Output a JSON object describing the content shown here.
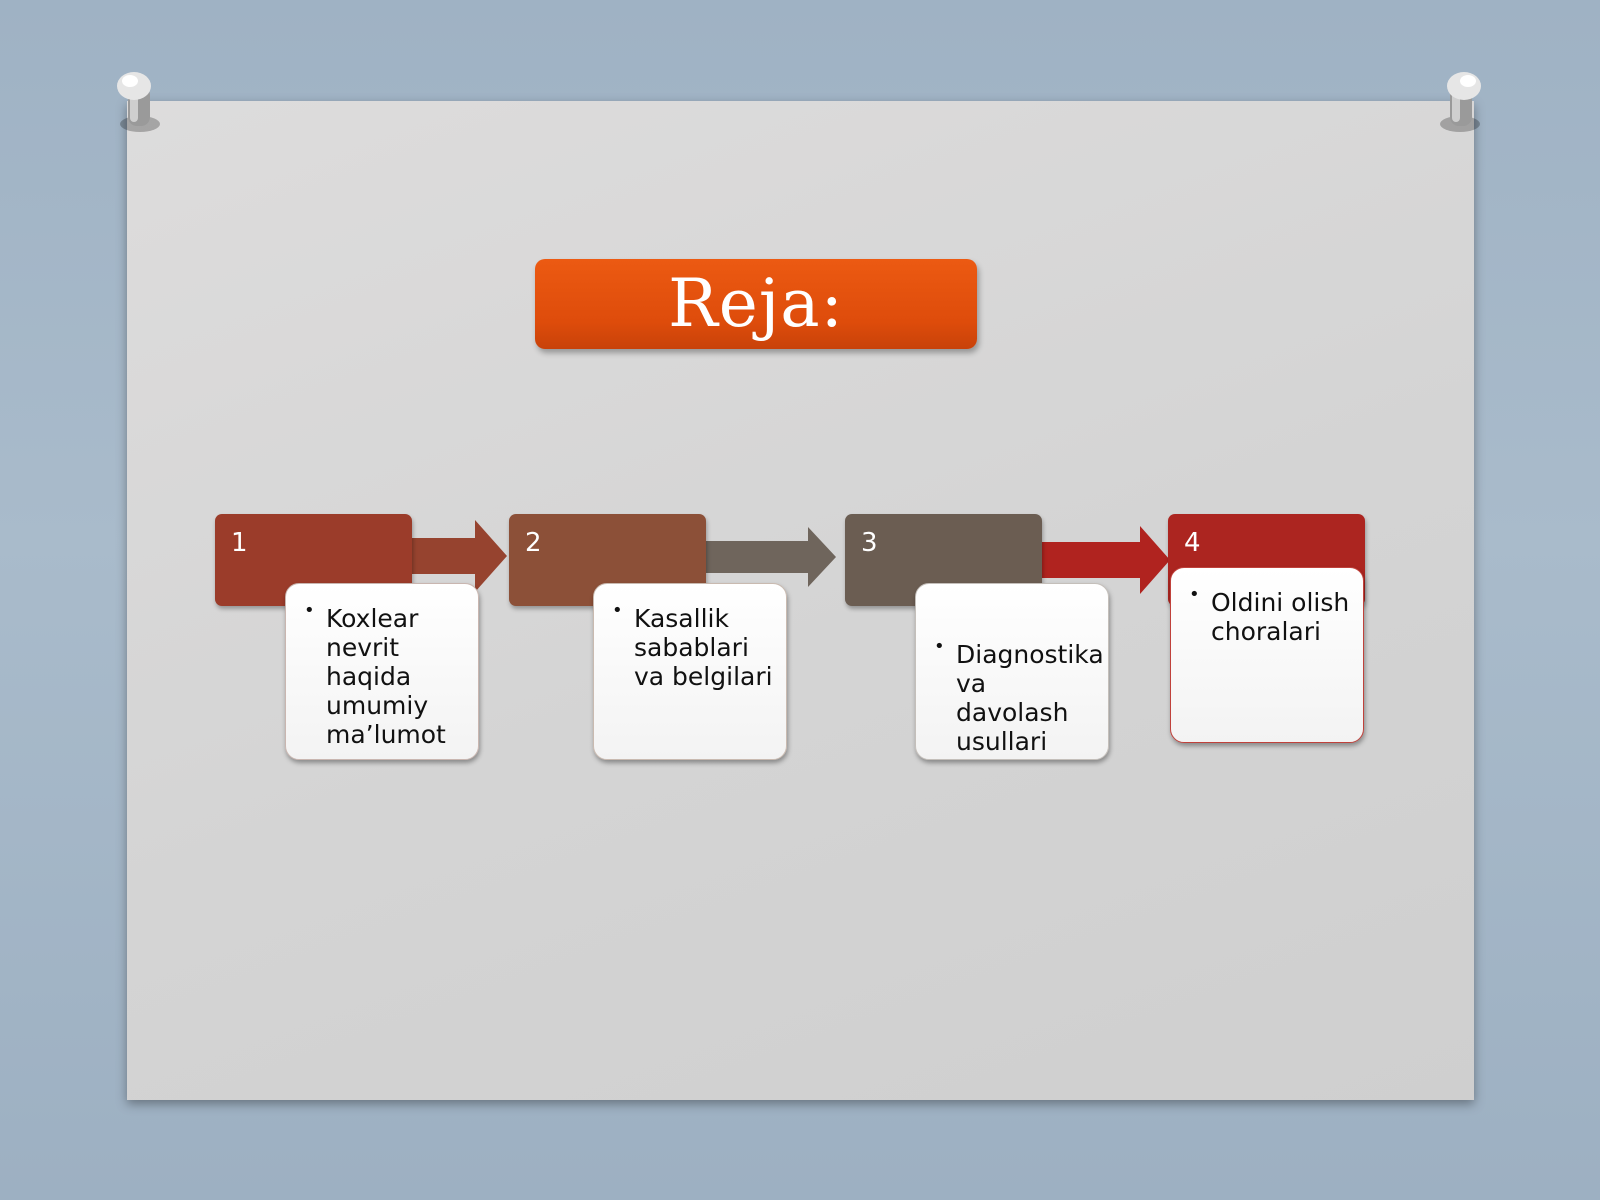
{
  "title": "Reja:",
  "steps": [
    {
      "number": "1",
      "text": "Koxlear nevrit haqida umumiy ma’lumot",
      "color": "#9b3c2a"
    },
    {
      "number": "2",
      "text": "Kasallik sabablari va belgilari",
      "color": "#8c5038"
    },
    {
      "number": "3",
      "text": "Diagnostika va davolash usullari",
      "color": "#6b5d52"
    },
    {
      "number": "4",
      "text": "Oldini olish choralari",
      "color": "#ac2520"
    }
  ],
  "colors": {
    "title_bg": "#e5520e",
    "arrow_1": "#96432f",
    "arrow_2": "#6f655c",
    "arrow_3": "#b0231f"
  }
}
